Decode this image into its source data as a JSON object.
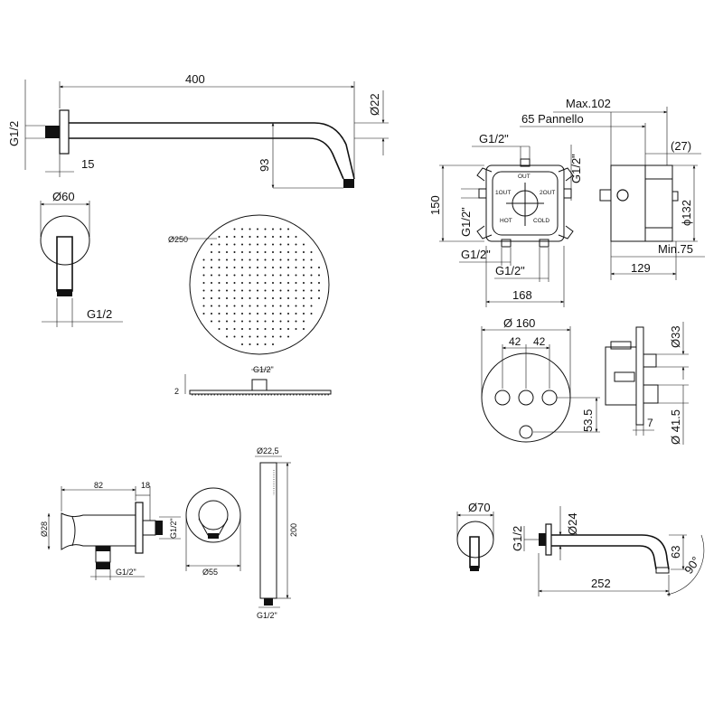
{
  "colors": {
    "line": "#111111",
    "background": "#ffffff"
  },
  "views": {
    "shower_arm": {
      "length": "400",
      "thread": "G1/2",
      "diameter": "Ø22",
      "offset": "15",
      "drop": "93"
    },
    "wall_flange": {
      "diameter": "Ø60",
      "thread": "G1/2"
    },
    "shower_head": {
      "diameter": "Ø250",
      "thickness": "2",
      "thread": "G1/2\""
    },
    "box_front": {
      "height": "150",
      "width": "168",
      "thread_top": "G1/2\"",
      "thread_right": "G1/2\"",
      "thread_left": "G1/2\"",
      "thread_bottom_left": "G1/2\"",
      "thread_bottom_right": "G1/2\"",
      "port_labels": [
        "OUT",
        "1OUT",
        "2OUT",
        "HOT",
        "COLD"
      ]
    },
    "box_side": {
      "max_depth": "Max.102",
      "panel": "65 Pannello",
      "offset": "(27)",
      "diameter": "ϕ132",
      "min_depth": "Min.75",
      "depth": "129"
    },
    "control_front": {
      "diameter": "Ø 160",
      "spacing_left": "42",
      "spacing_right": "42",
      "height": "53.5"
    },
    "control_side": {
      "diameter_top": "Ø33",
      "gap": "7",
      "diameter_bottom": "Ø 41.5"
    },
    "outlet_elbow": {
      "length": "82",
      "offset": "18",
      "diameter": "Ø28",
      "thread_side": "G1/2\"",
      "thread_bottom": "G1/2\""
    },
    "outlet_round": {
      "diameter": "Ø55"
    },
    "hand_shower": {
      "diameter": "Ø22,5",
      "length": "200",
      "thread": "G1/2\""
    },
    "spout_flange": {
      "diameter": "Ø70",
      "thread": "G1/2"
    },
    "spout": {
      "diameter": "Ø24",
      "length": "252",
      "height": "63",
      "angle": "90°"
    }
  }
}
